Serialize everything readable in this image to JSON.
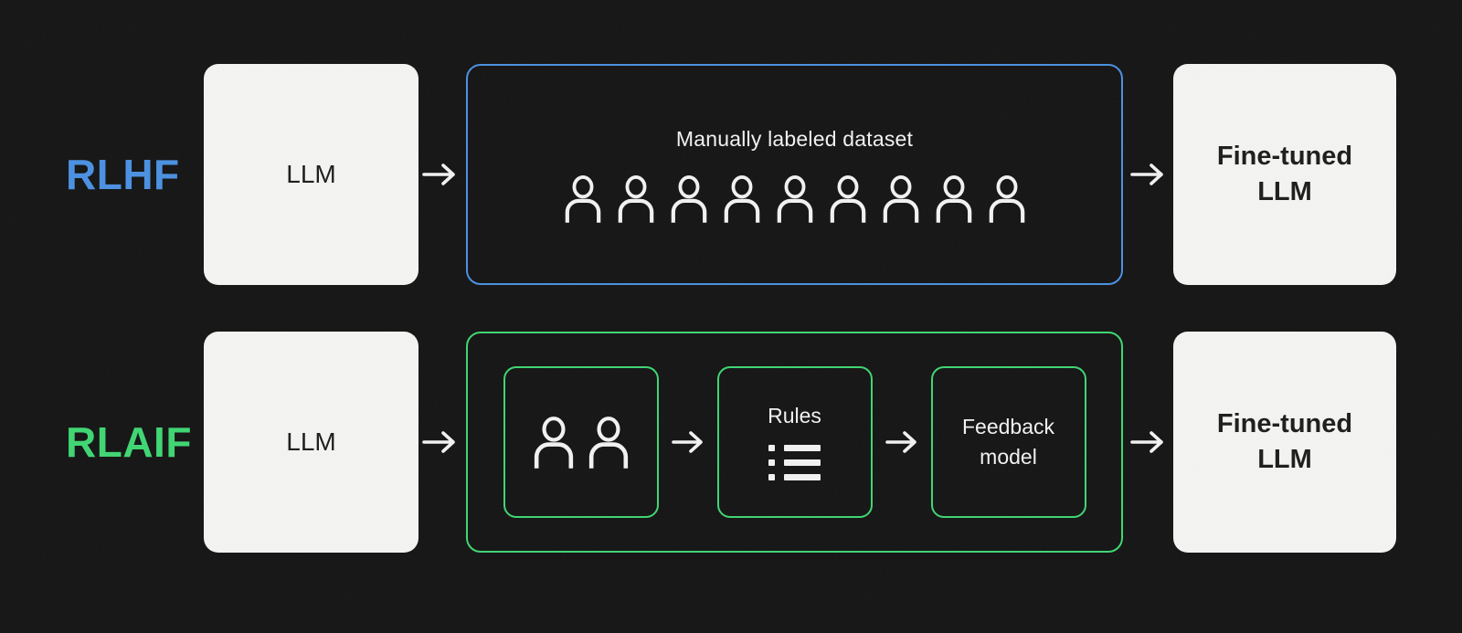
{
  "colors": {
    "background": "#141414",
    "blue": "#4a90e2",
    "green": "#3ed672",
    "panel": "#f4f4f2",
    "panel_text": "#1c1c1c",
    "text_light": "#f2f2f2"
  },
  "icons": {
    "person": "person-icon (outlined head and shoulders)",
    "arrow_right": "arrow-right-icon (→)",
    "bulleted_list": "bulleted-list-icon (3 dotted rule lines)"
  },
  "rlhf_row": {
    "label": "RLHF",
    "llm_label": "LLM",
    "dataset_title": "Manually labeled dataset",
    "annotator_count": 9,
    "output_label": "Fine-tuned\nLLM"
  },
  "rlaif_row": {
    "label": "RLAIF",
    "llm_label": "LLM",
    "labeler_count": 2,
    "rules_label": "Rules",
    "rules_item_count": 3,
    "feedback_model_label": "Feedback\nmodel",
    "output_label": "Fine-tuned\nLLM"
  }
}
